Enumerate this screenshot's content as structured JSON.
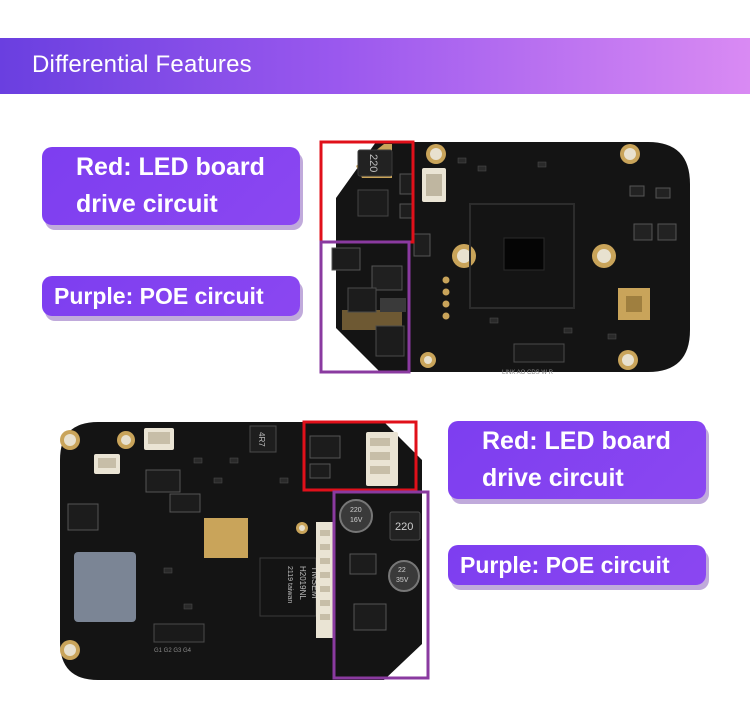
{
  "header": {
    "title": "Differential Features"
  },
  "top_callouts": {
    "red_line1": "Red: LED board",
    "red_line2": "drive circuit",
    "purple": "Purple: POE circuit"
  },
  "bottom_callouts": {
    "red_line1": "Red: LED board",
    "red_line2": "drive circuit",
    "purple": "Purple: POE circuit"
  },
  "top_board": {
    "inductor_marking": "220",
    "silk_bottom": "LINK  AO  CDS  W  R"
  },
  "bottom_board": {
    "chip_marking": "4R7",
    "transformer_line1": "TMSEM",
    "transformer_line2": "H2019NL",
    "transformer_line3": "2119 taiwan",
    "inductor_marking": "220",
    "cap1_line1": "220",
    "cap1_line2": "16V",
    "cap2_line1": "22",
    "cap2_line2": "35V",
    "silk_bottom": "G1  G2  G3  G4"
  },
  "colors": {
    "header_start": "#6a3fe0",
    "header_end": "#d98af3",
    "label_bg": "#7d3ef0",
    "red_outline": "#e0101a",
    "purple_outline": "#8a3aa0",
    "pcb": "#141414",
    "gold": "#c9a45a"
  }
}
